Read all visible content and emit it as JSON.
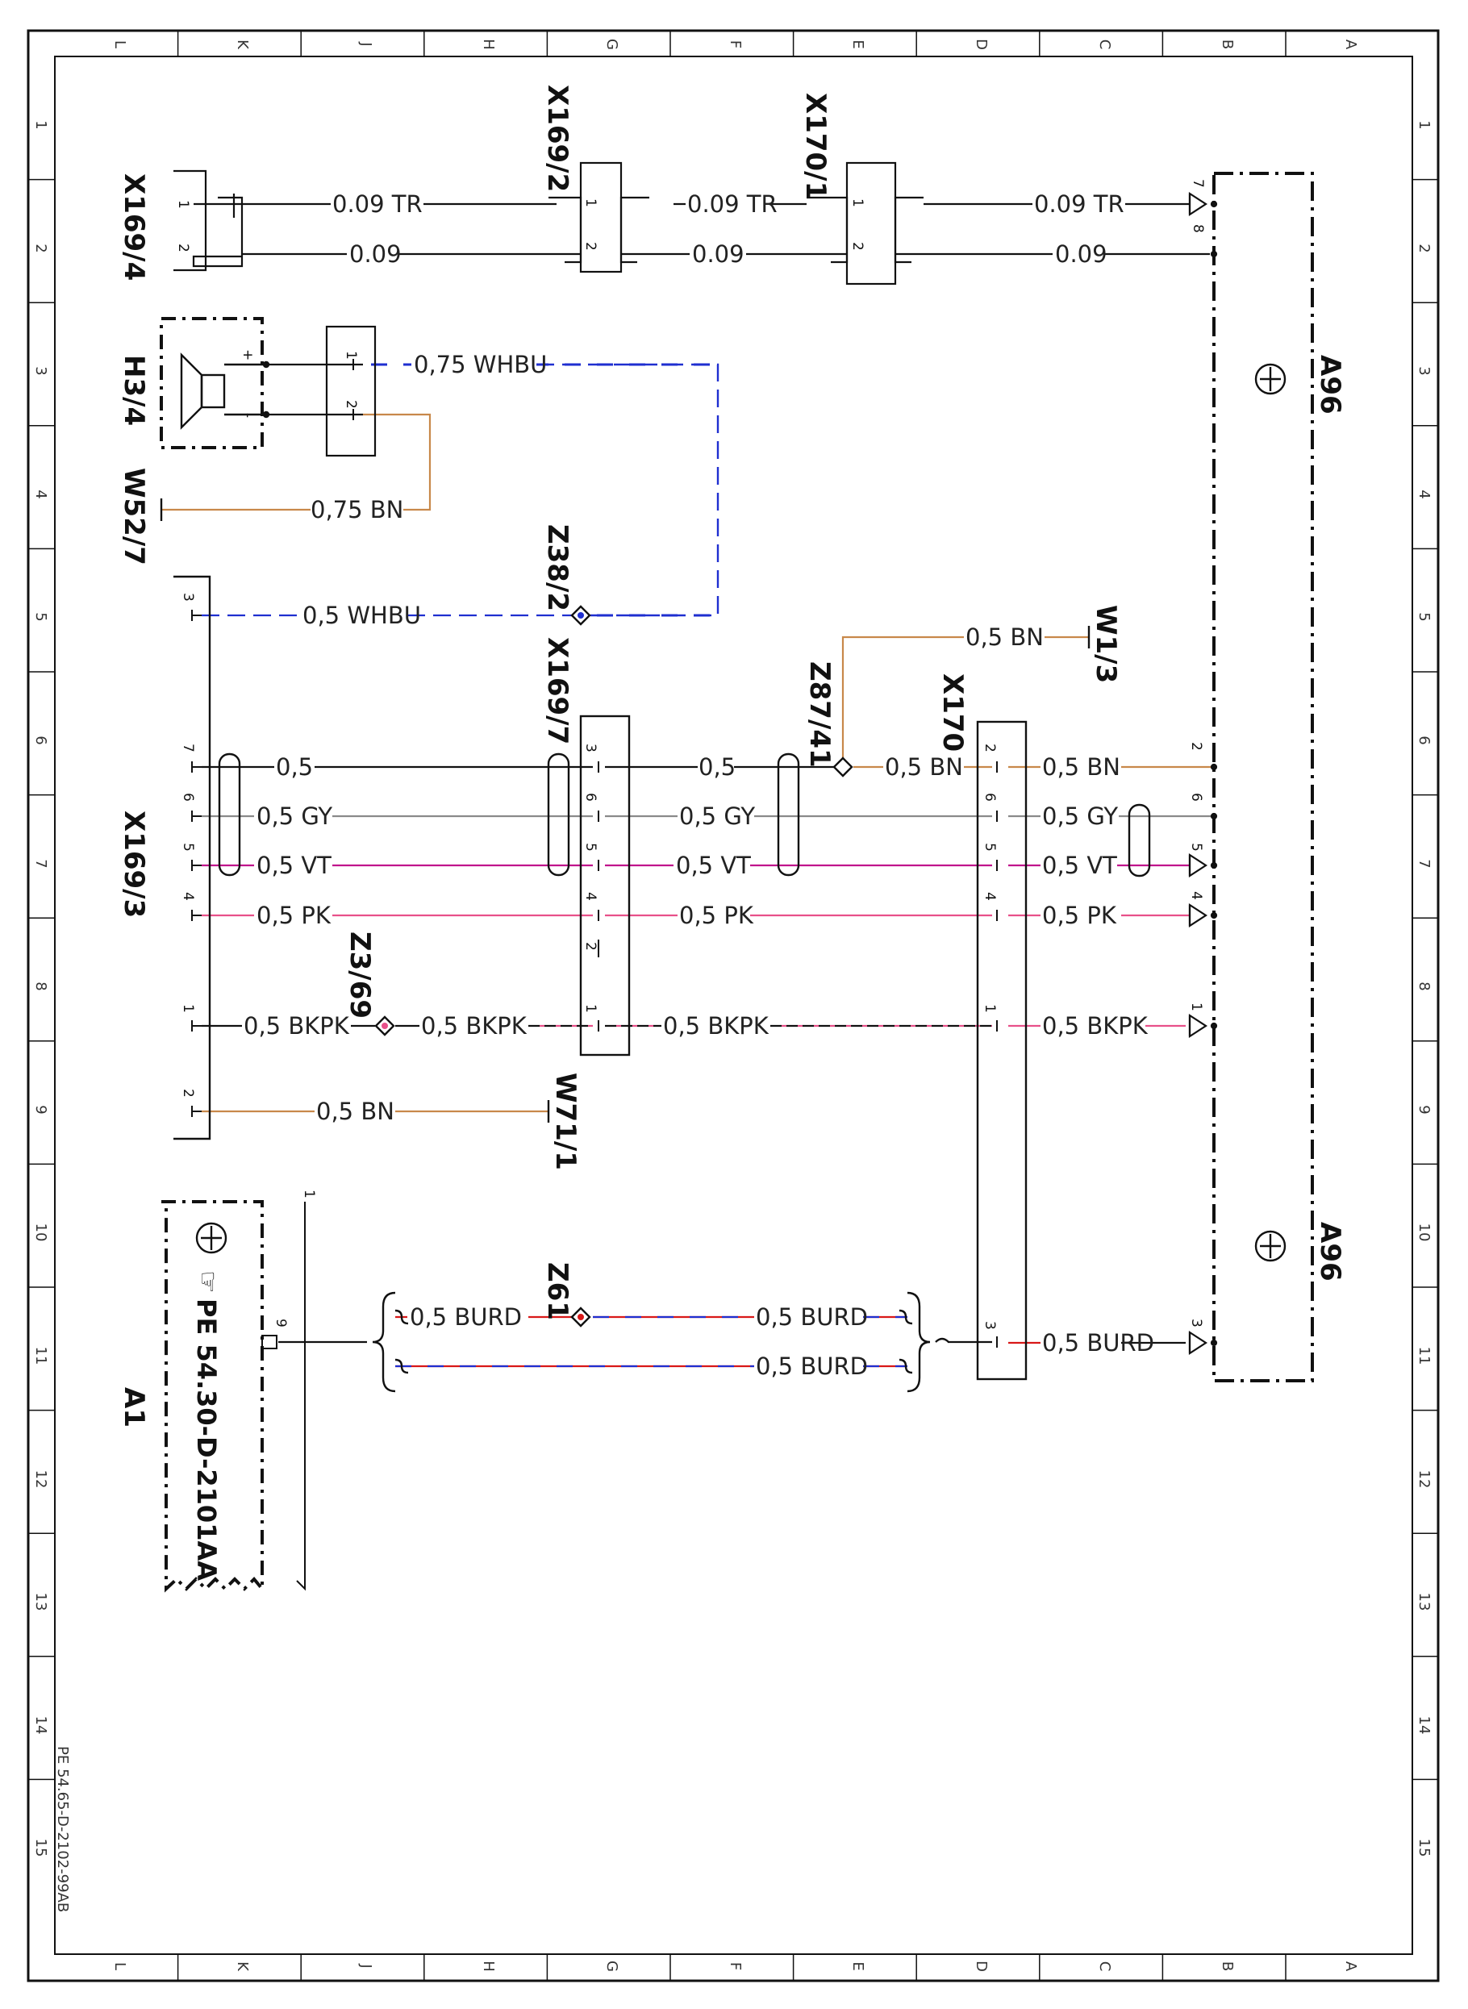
{
  "grid": {
    "columns": [
      "L",
      "K",
      "J",
      "H",
      "G",
      "F",
      "E",
      "D",
      "C",
      "B",
      "A"
    ],
    "rows": [
      "1",
      "2",
      "3",
      "4",
      "5",
      "6",
      "7",
      "8",
      "9",
      "10",
      "11",
      "12",
      "13",
      "14",
      "15"
    ]
  },
  "doc_id": "PE 54.65-D-2102-99AB",
  "components": {
    "x169_4": "X169/4",
    "x169_2": "X169/2",
    "x170_1": "X170/1",
    "h3_4": "H3/4",
    "w52_7": "W52/7",
    "z38_2": "Z38/2",
    "x169_3": "X169/3",
    "x169_7": "X169/7",
    "z87_41": "Z87/41",
    "x170": "X170",
    "w1_3": "W1/3",
    "z3_69": "Z3/69",
    "w71_1": "W71/1",
    "a96_top": "A96",
    "a96_bottom": "A96",
    "z61": "Z61",
    "a1": "A1",
    "a1_ref": "PE 54.30-D-2101AA"
  },
  "pins": {
    "x169_4_1": "1",
    "x169_4_2": "2",
    "x169_2_1": "1",
    "x169_2_2": "2",
    "x170_1_1": "1",
    "x170_1_2": "2",
    "a96_7": "7",
    "a96_8": "8",
    "h3_plus": "+",
    "h3_minus": "-",
    "h3_c1": "1",
    "h3_c2": "2",
    "x169_3_3": "3",
    "x169_3_7": "7",
    "x169_3_6": "6",
    "x169_3_5": "5",
    "x169_3_4": "4",
    "x169_3_1": "1",
    "x169_3_2": "2",
    "x169_7_3": "3",
    "x169_7_6": "6",
    "x169_7_5": "5",
    "x169_7_4": "4",
    "x169_7_2": "2",
    "x169_7_1": "1",
    "x170_2": "2",
    "x170_6": "6",
    "x170_5": "5",
    "x170_4": "4",
    "x170_1": "1",
    "x170_3": "3",
    "a96_2": "2",
    "a96_6": "6",
    "a96_5": "5",
    "a96_4": "4",
    "a96_1": "1",
    "a96_3": "3",
    "a1_9": "9",
    "a1_1": "1"
  },
  "wires": {
    "tr1": "0.09 TR",
    "tr2": "0.09 TR",
    "tr3": "0.09 TR",
    "p1": "0.09",
    "p2": "0.09",
    "p3": "0.09",
    "whbu075": "0,75 WHBU",
    "bn075": "0,75 BN",
    "whbu05": "0,5 WHBU",
    "bn_w13": "0,5 BN",
    "blk_a": "0,5",
    "blk_b": "0,5",
    "bn_z87": "0,5 BN",
    "bn_a96": "0,5 BN",
    "gy_a": "0,5 GY",
    "gy_b": "0,5 GY",
    "gy_c": "0,5 GY",
    "vt_a": "0,5 VT",
    "vt_b": "0,5 VT",
    "vt_c": "0,5 VT",
    "pk_a": "0,5 PK",
    "pk_b": "0,5 PK",
    "pk_c": "0,5 PK",
    "bkpk_a": "0,5 BKPK",
    "bkpk_b": "0,5 BKPK",
    "bkpk_c": "0,5 BKPK",
    "bkpk_d": "0,5 BKPK",
    "bn_w71": "0,5 BN",
    "burd_a": "0,5 BURD",
    "burd_b": "0,5 BURD",
    "burd_c": "0,5 BURD",
    "burd_d": "0,5 BURD"
  },
  "colors": {
    "black": "#111111",
    "blue": "#1f2fd0",
    "brown": "#c8884a",
    "gray": "#8a8a8a",
    "violet": "#c0148c",
    "pink": "#e8508a",
    "red": "#d81818"
  }
}
